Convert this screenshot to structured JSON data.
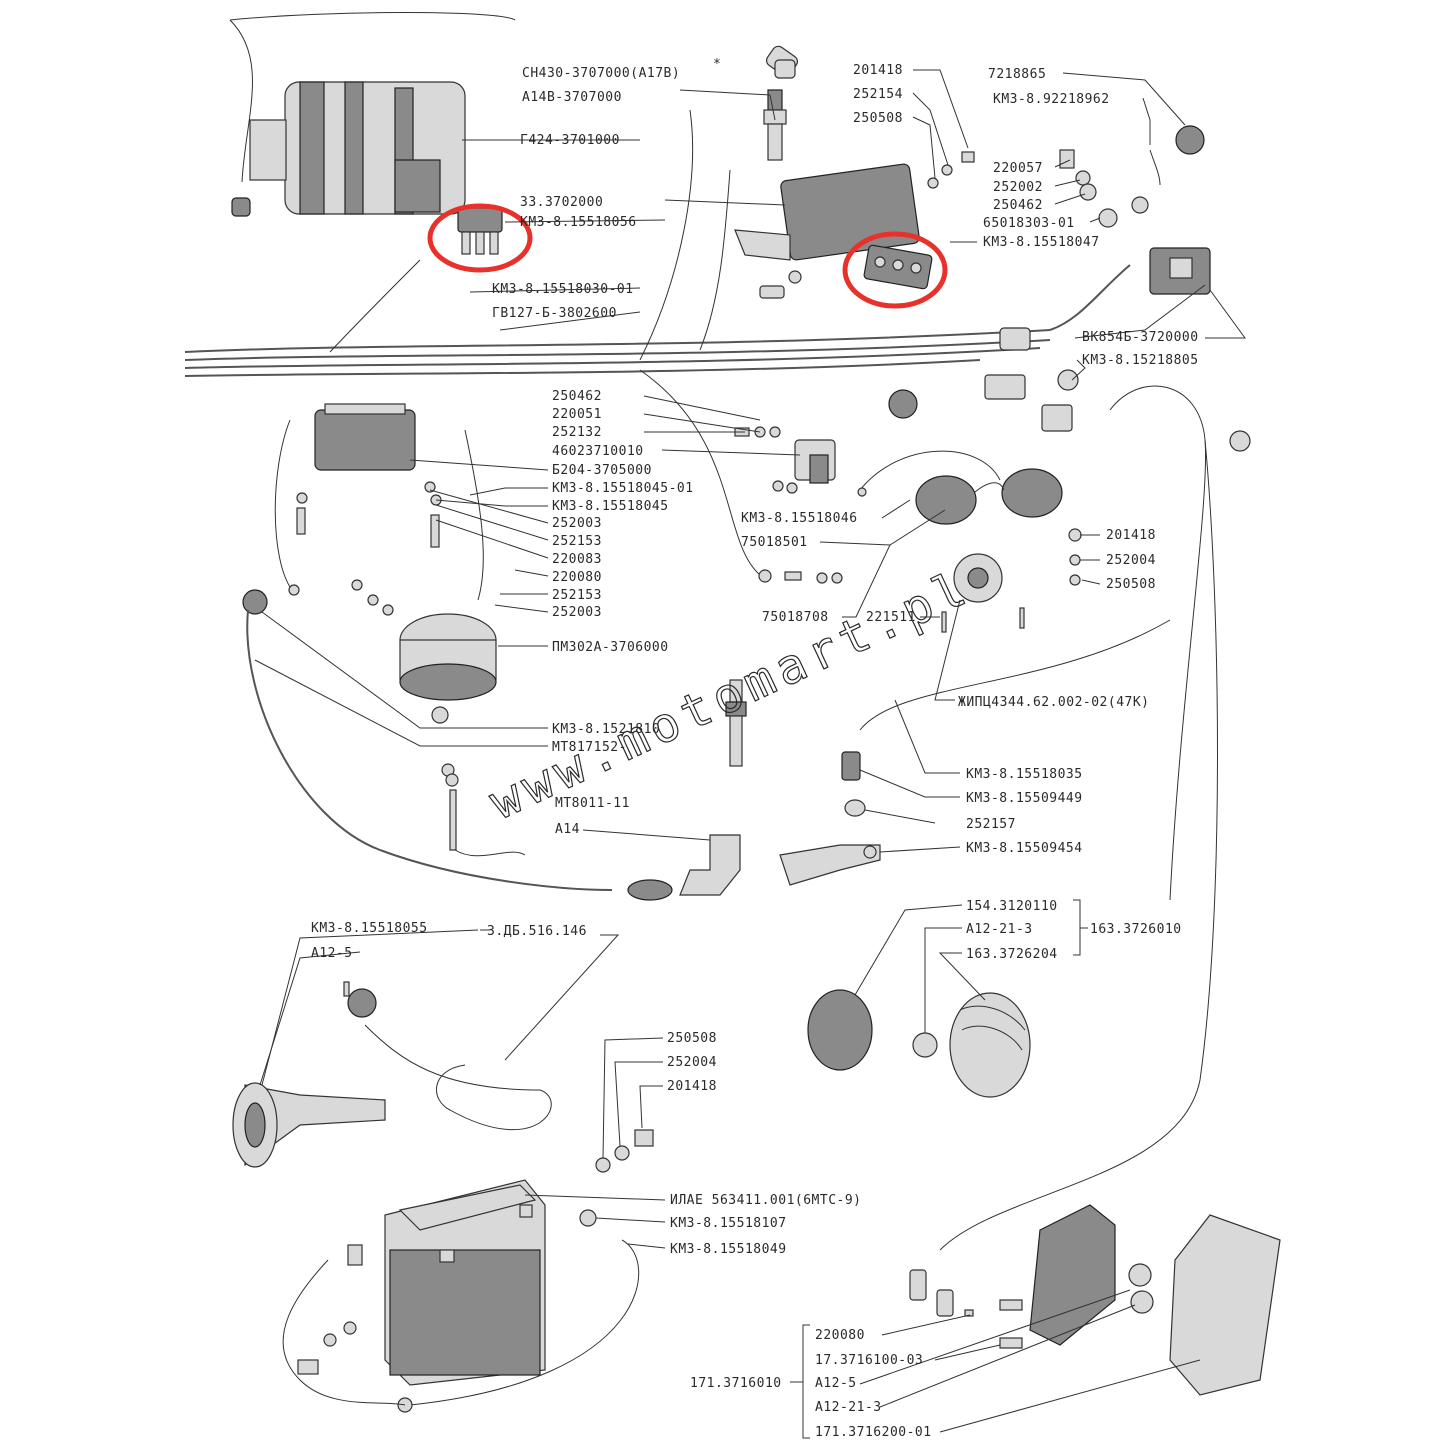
{
  "watermark": "www.motomart.pl",
  "labels": {
    "sn430": "СН430-3707000(А17В)",
    "asterisk": "*",
    "a14v": "А14В-3707000",
    "g424": "Г424-3701000",
    "p33": "33.3702000",
    "kmz_56": "КМЗ-8.15518056",
    "kmz_30": "КМЗ-8.15518030-01",
    "gv127": "ГВ127-Б-3802600",
    "p201418a": "201418",
    "p252154": "252154",
    "p250508a": "250508",
    "p7218865": "7218865",
    "kmz_962": "КМЗ-8.92218962",
    "p220057": "220057",
    "p252002": "252002",
    "p250462a": "250462",
    "p65018303": "65018303-01",
    "kmz_47": "КМЗ-8.15518047",
    "vk854": "ВК854Б-3720000",
    "kmz_805": "КМЗ-8.15218805",
    "p250462b": "250462",
    "p220051": "220051",
    "p252132": "252132",
    "p46023710010": "46023710010",
    "b204": "Б204-3705000",
    "kmz_4501": "КМЗ-8.15518045-01",
    "kmz_45": "КМЗ-8.15518045",
    "p252003a": "252003",
    "p252153a": "252153",
    "p220083": "220083",
    "p220080a": "220080",
    "p252153b": "252153",
    "p252003b": "252003",
    "kmz_46": "КМЗ-8.15518046",
    "p75018501": "75018501",
    "p201418b": "201418",
    "p252004a": "252004",
    "p250508b": "250508",
    "p75018708": "75018708",
    "p221511": "221511",
    "pm302": "ПМ302А-3706000",
    "zhipts": "ЖИПЦ4344.62.002-02(47К)",
    "kmz_1521810": "КМЗ-8.1521810",
    "mt817152": "МТ817152-",
    "kmz_035": "КМЗ-8.15518035",
    "kmz_449": "КМЗ-8.15509449",
    "mt8011": "МТ8011-11",
    "p252157": "252157",
    "a14": "А14",
    "kmz_454": "КМЗ-8.15509454",
    "p154": "154.3120110",
    "a12_21_3a": "А12-21-3",
    "p163_3726010": "163.3726010",
    "p163_3726204": "163.3726204",
    "kmz_055": "КМЗ-8.15518055",
    "p3db": "3.ДБ.516.146",
    "a12_5a": "А12-5",
    "p250508c": "250508",
    "p252004b": "252004",
    "p201418c": "201418",
    "ilae": "ИЛАЕ 563411.001(6МТС-9)",
    "kmz_107": "КМЗ-8.15518107",
    "kmz_049": "КМЗ-8.15518049",
    "p220080b": "220080",
    "p17_3716100": "17.3716100-03",
    "p171_3716010": "171.3716010",
    "a12_5b": "А12-5",
    "a12_21_3b": "А12-21-3",
    "p171_3716200": "171.3716200-01"
  },
  "colors": {
    "highlight": "#e8312a",
    "ink": "#2a2a2a"
  }
}
